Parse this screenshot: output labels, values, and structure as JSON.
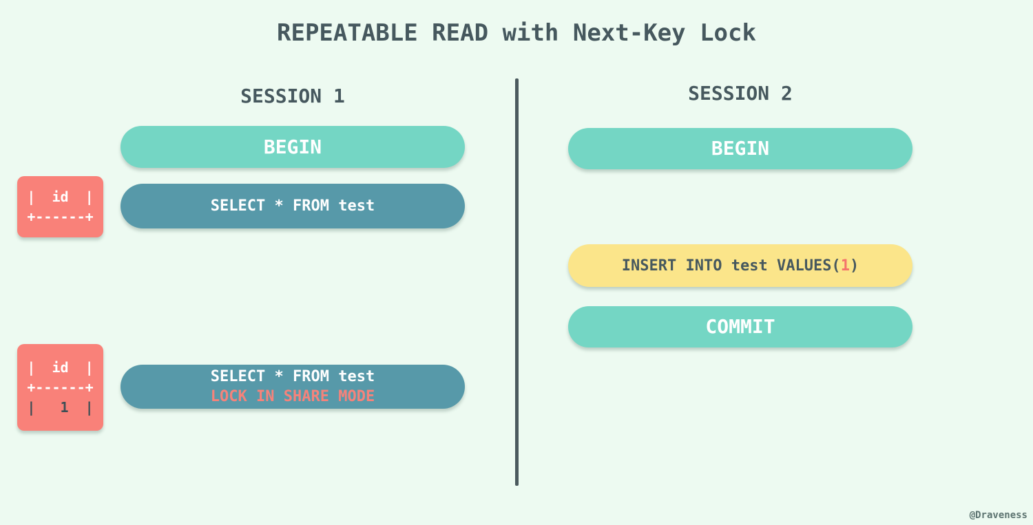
{
  "title": "REPEATABLE READ with Next-Key Lock",
  "signature": "@Draveness",
  "colors": {
    "background": "#edfaf1",
    "teal": "#74d6c4",
    "dark_teal": "#5799a9",
    "salmon": "#f98179",
    "salmon_text": "#f5837b",
    "yellow": "#fbe58a",
    "dark_text": "#46585e",
    "dark_text_strong": "#3d4f55",
    "value_red": "#f4726b",
    "divider": "#4b5a5e",
    "signature_color": "#5c7370"
  },
  "session1": {
    "header": "SESSION 1",
    "begin_label": "BEGIN",
    "select_label": "SELECT * FROM test",
    "select_lock_line1": "SELECT * FROM test",
    "select_lock_line2": "LOCK IN SHARE MODE",
    "result_box_empty": {
      "line1": "|  id  |",
      "line2": "+------+"
    },
    "result_box_with_row": {
      "line1": "|  id  |",
      "line2": "+------+",
      "line3": "|   1  |"
    }
  },
  "session2": {
    "header": "SESSION 2",
    "begin_label": "BEGIN",
    "insert_prefix": "INSERT INTO test VALUES(",
    "insert_value": "1",
    "insert_suffix": ")",
    "commit_label": "COMMIT"
  }
}
